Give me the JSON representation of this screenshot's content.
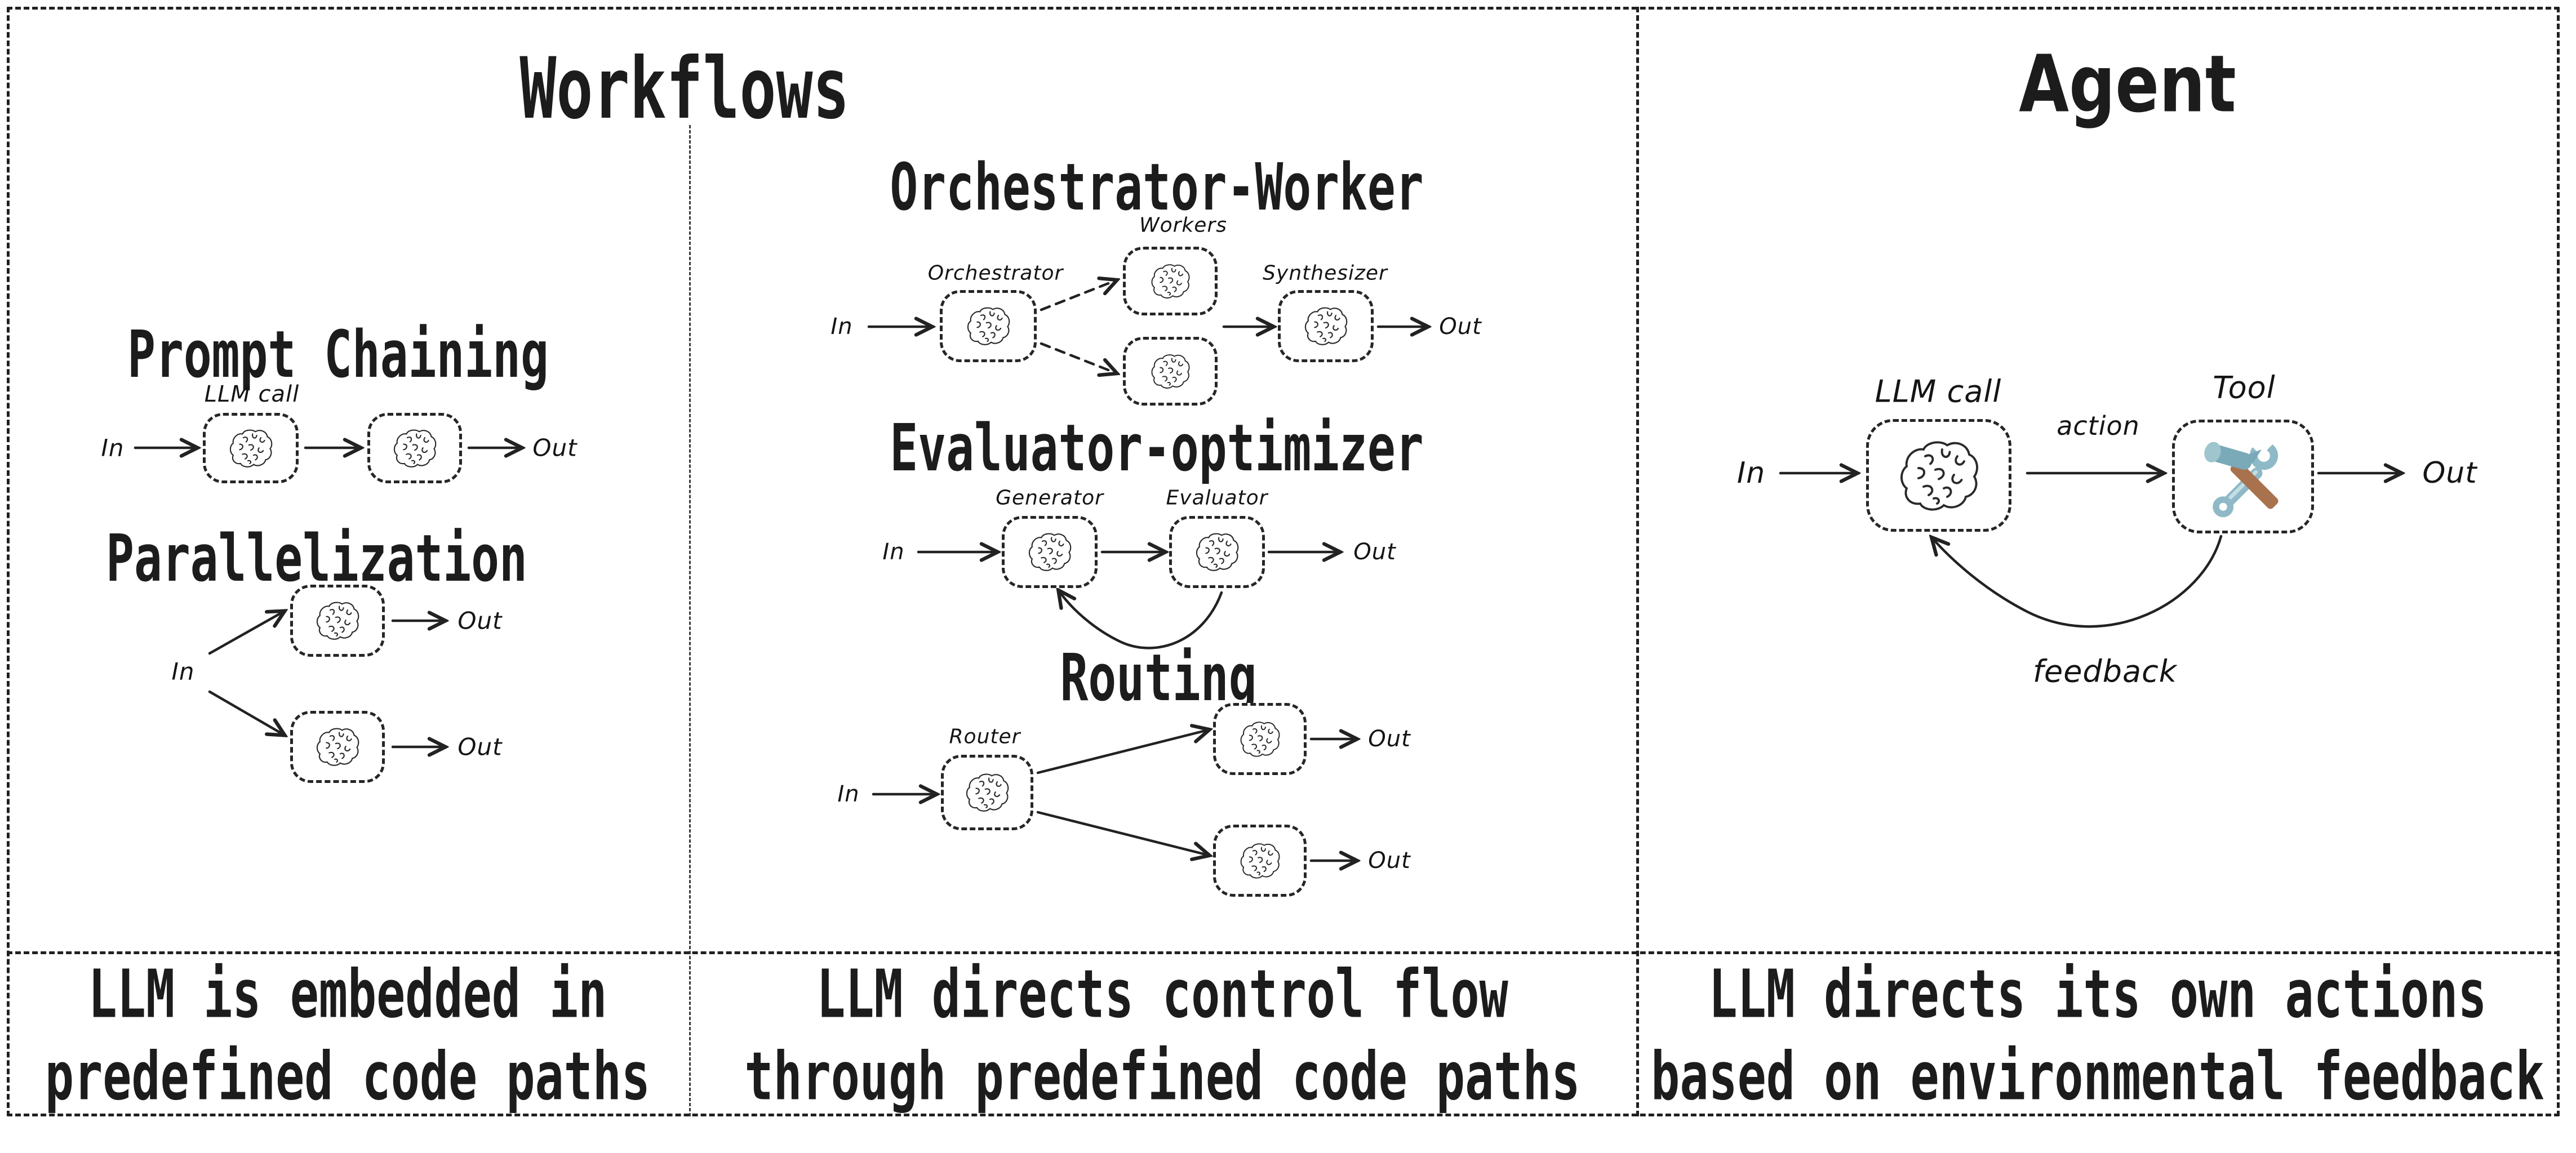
{
  "titles": {
    "workflows": "Workflows",
    "agent": "Agent"
  },
  "io": {
    "in": "In",
    "out": "Out"
  },
  "workflows": {
    "prompt_chaining": {
      "heading": "Prompt Chaining",
      "llm_call": "LLM call"
    },
    "parallelization": {
      "heading": "Parallelization"
    },
    "orchestrator_worker": {
      "heading": "Orchestrator-Worker",
      "workers": "Workers",
      "orchestrator": "Orchestrator",
      "synthesizer": "Synthesizer"
    },
    "evaluator_optimizer": {
      "heading": "Evaluator-optimizer",
      "generator": "Generator",
      "evaluator": "Evaluator"
    },
    "routing": {
      "heading": "Routing",
      "router": "Router"
    },
    "caption_left": {
      "line1": "LLM is embedded in",
      "line2": "predefined code paths"
    },
    "caption_middle": {
      "line1": "LLM directs control flow",
      "line2": "through predefined code paths"
    }
  },
  "agent": {
    "llm_call": "LLM call",
    "tool": "Tool",
    "action": "action",
    "feedback": "feedback",
    "caption": {
      "line1": "LLM directs its own actions",
      "line2": "based on environmental feedback"
    }
  },
  "icons": {
    "brain": "brain-icon",
    "tool": "hammer-wrench-icon"
  },
  "colors": {
    "ink": "#222222",
    "background": "#ffffff",
    "wrench_blue": "#8fb9c7",
    "wrench_blue_light": "#c3dde4",
    "hammer_brown": "#a9724e"
  }
}
